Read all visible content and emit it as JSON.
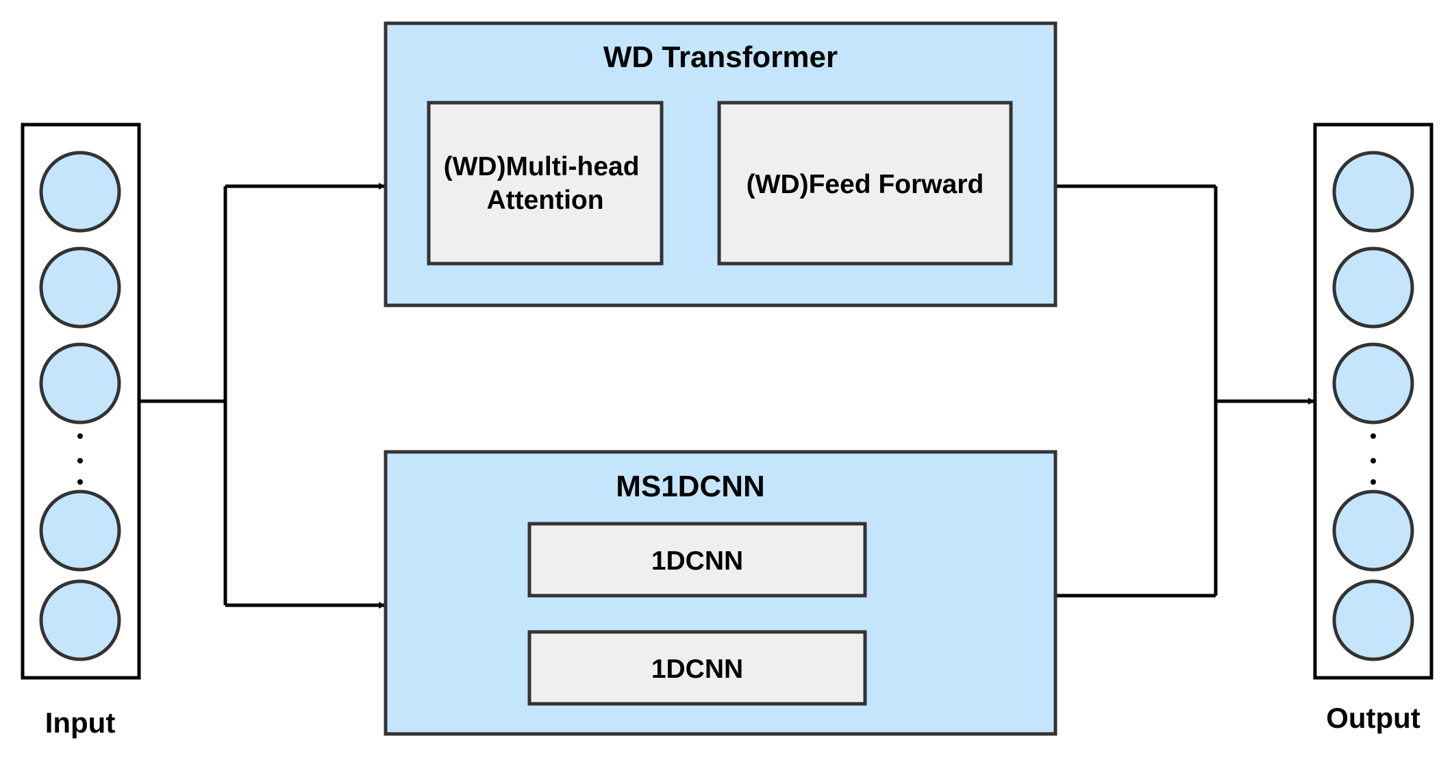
{
  "input": {
    "label": "Input",
    "node_count_shown": 5
  },
  "output": {
    "label": "Output",
    "node_count_shown": 5
  },
  "transformer": {
    "title": "WD Transformer",
    "attention_line1": "(WD)Multi-head",
    "attention_line2": "Attention",
    "feed_forward": "(WD)Feed Forward"
  },
  "cnn": {
    "title": "MS1DCNN",
    "layer1": "1DCNN",
    "layer2": "1DCNN"
  },
  "colors": {
    "block_fill": "#c4e5fc",
    "inner_box_fill": "#efefef",
    "node_fill": "#c4e5fc",
    "stroke": "#333333",
    "line": "#000000"
  }
}
